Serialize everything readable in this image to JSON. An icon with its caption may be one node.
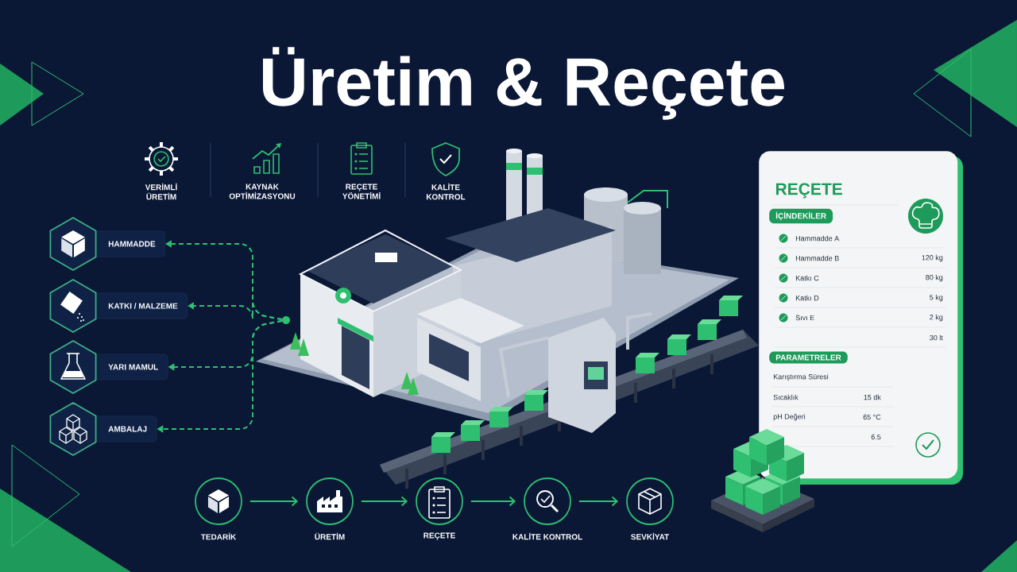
{
  "diagram": {
    "title": "Üretim & Reçete",
    "nodes": [
      {
        "text": [
          "HAMMADDE"
        ]
      },
      {
        "text": [
          "KATKI / MALZEME"
        ]
      },
      {
        "text": [
          "YARI MAMUL"
        ]
      },
      {
        "text": [
          "AMBALAJ"
        ]
      },
      {
        "text": [],
        "shape": "circle"
      },
      {
        "text": [
          "REÇETE"
        ]
      },
      {
        "text": [
          "İÇİNDEKİLER"
        ],
        "in": 5
      },
      {
        "text": [
          "PARAMETRELER"
        ],
        "in": 5
      },
      {
        "text": [
          "TEDARİK"
        ]
      },
      {
        "text": [
          "ÜRETİM"
        ]
      },
      {
        "text": [
          "REÇETE"
        ]
      },
      {
        "text": [
          "KALİTE KONTROL"
        ]
      },
      {
        "text": [
          "SEVKİYAT"
        ]
      }
    ],
    "edges": [
      {
        "from": 4,
        "to": 0,
        "arrow": "to",
        "style": "dashed"
      },
      {
        "from": 4,
        "to": 1,
        "arrow": "to",
        "style": "dashed"
      },
      {
        "from": 4,
        "to": 2,
        "arrow": "to",
        "style": "dashed"
      },
      {
        "from": 4,
        "to": 3,
        "arrow": "to",
        "style": "dashed"
      },
      {
        "from": 8,
        "to": 9,
        "arrow": "to"
      },
      {
        "from": 9,
        "to": 10,
        "arrow": "to"
      },
      {
        "from": 10,
        "to": 11,
        "arrow": "to"
      },
      {
        "from": 11,
        "to": 12,
        "arrow": "to"
      }
    ],
    "labels": [
      "VERİMLİ ÜRETİM",
      "KAYNAK OPTİMİZASYONU",
      "REÇETE YÖNETİMİ",
      "KALİTE KONTROL",
      "Hammadde A",
      "Hammadde B",
      "120 kg",
      "Katkı C",
      "80 kg",
      "Katkı D",
      "5 kg",
      "Sıvı E",
      "2 kg",
      "30 lt",
      "Karıştırma Süresi",
      "Sıcaklık",
      "15 dk",
      "pH Değeri",
      "65 °C",
      "6.5"
    ]
  }
}
